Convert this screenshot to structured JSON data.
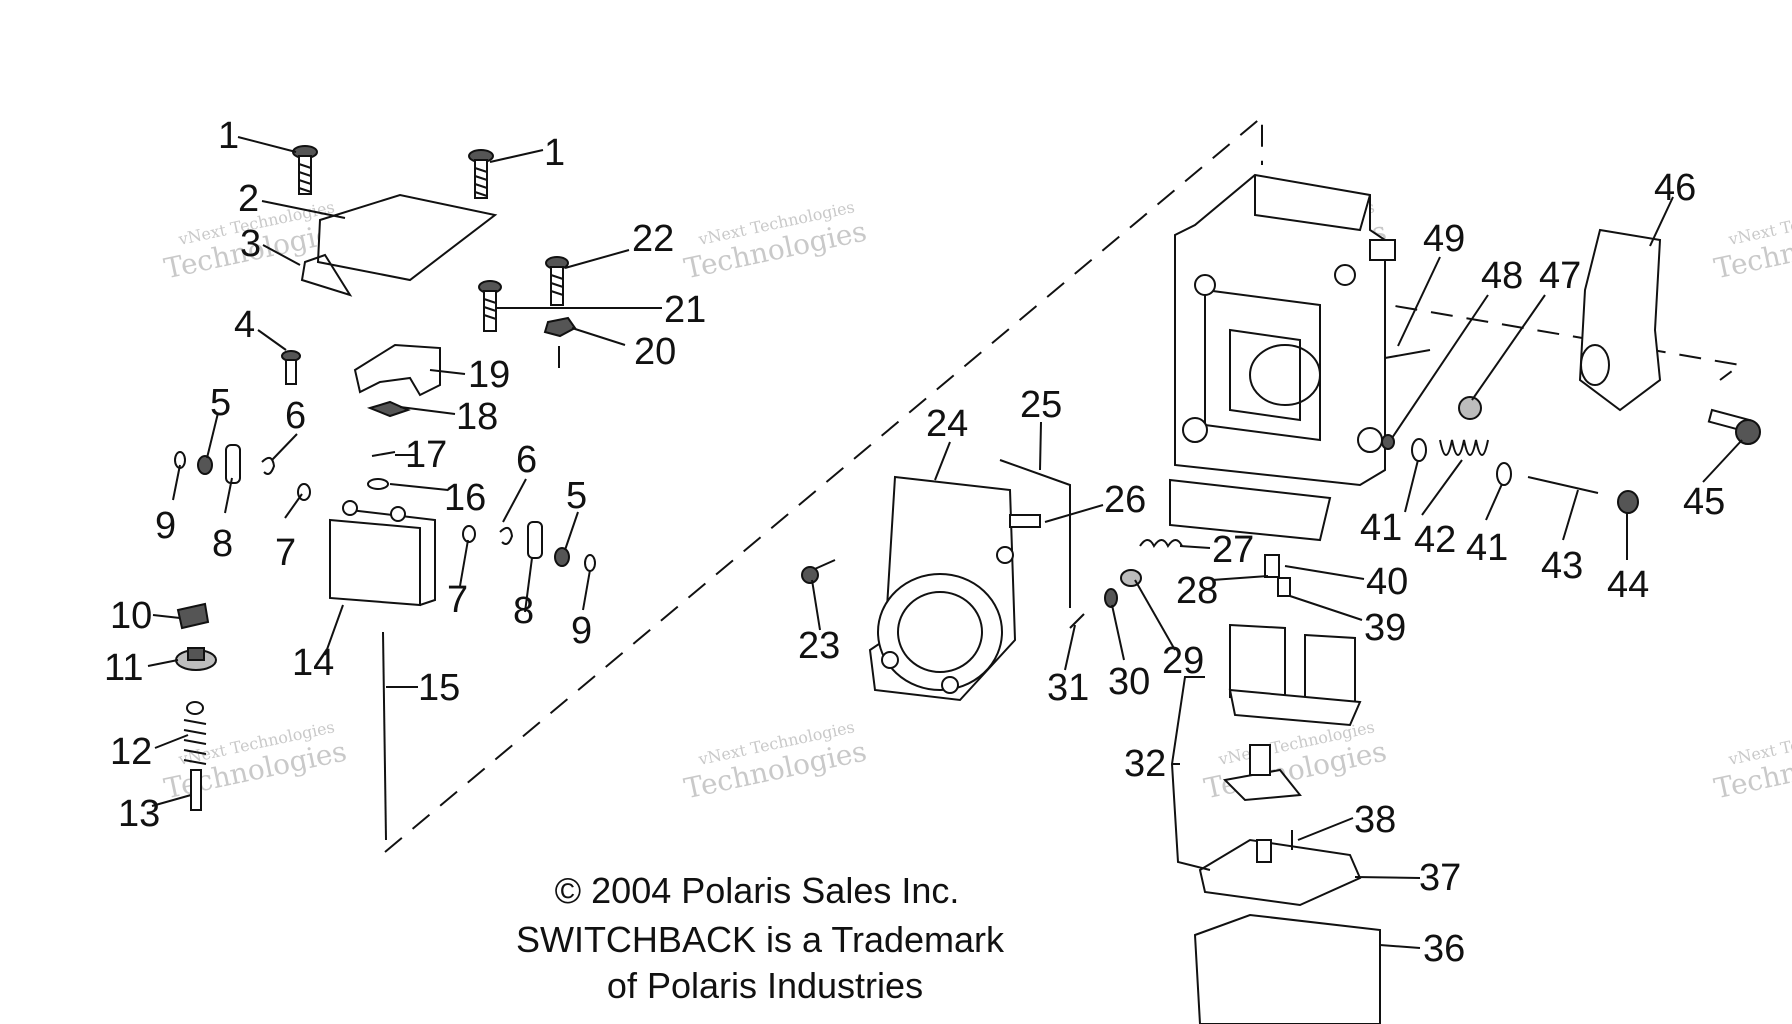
{
  "diagram": {
    "callouts": [
      "1",
      "1",
      "2",
      "3",
      "4",
      "5",
      "6",
      "9",
      "8",
      "7",
      "19",
      "18",
      "17",
      "16",
      "6",
      "5",
      "7",
      "8",
      "9",
      "10",
      "11",
      "12",
      "13",
      "14",
      "15",
      "22",
      "21",
      "20",
      "24",
      "25",
      "26",
      "23",
      "27",
      "28",
      "40",
      "39",
      "29",
      "30",
      "31",
      "32",
      "38",
      "37",
      "36",
      "49",
      "48",
      "47",
      "46",
      "41",
      "42",
      "41",
      "43",
      "44",
      "45"
    ],
    "copyright": {
      "line1": "© 2004 Polaris Sales Inc.",
      "line2": "SWITCHBACK is a Trademark",
      "line3": "of Polaris Industries"
    },
    "watermark": {
      "line1": "vNext Technologies",
      "line2": "Technologies"
    }
  }
}
